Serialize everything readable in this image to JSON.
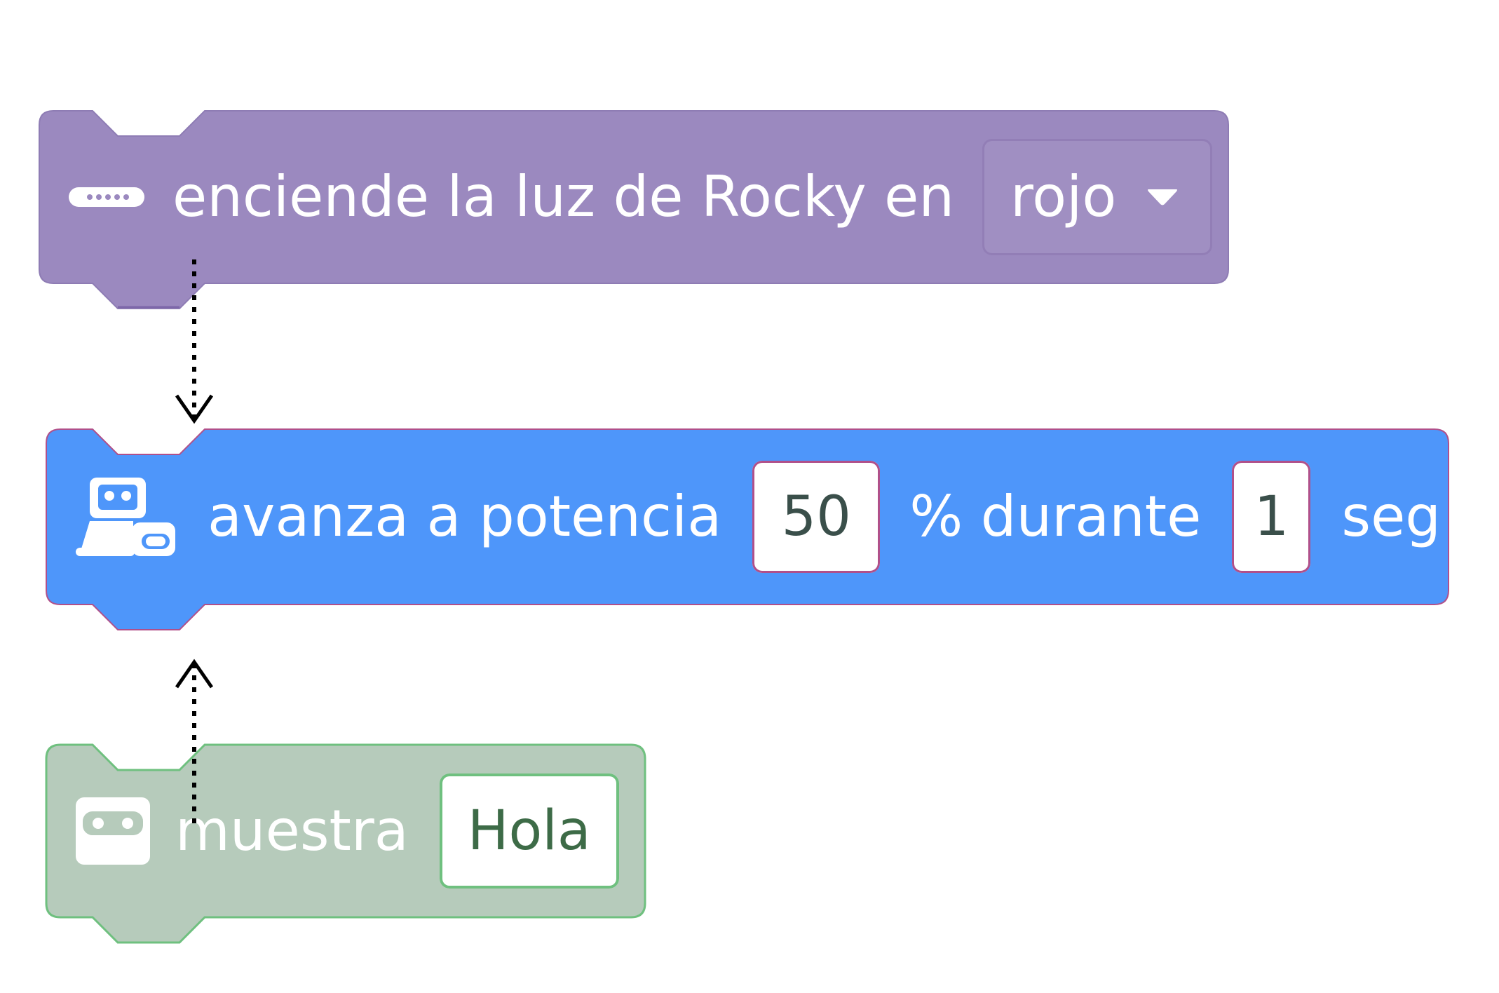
{
  "blocks": {
    "light": {
      "label": "enciende la luz de Rocky en",
      "dropdown_value": "rojo",
      "icon": "led-strip-icon",
      "color": "#9b89bf"
    },
    "move": {
      "label_1": "avanza a potencia",
      "power_value": "50",
      "label_2": "% durante",
      "duration_value": "1",
      "label_3": "seg",
      "icon": "robot-motor-icon",
      "color": "#4e96fa"
    },
    "display": {
      "label": "muestra",
      "text_value": "Hola",
      "icon": "robot-face-icon",
      "color": "#b6cbbb",
      "border_color": "#6fc07f"
    }
  },
  "connectors": [
    {
      "direction": "down",
      "icon": "dotted-arrow-down-icon"
    },
    {
      "direction": "up",
      "icon": "dotted-arrow-up-icon"
    }
  ]
}
